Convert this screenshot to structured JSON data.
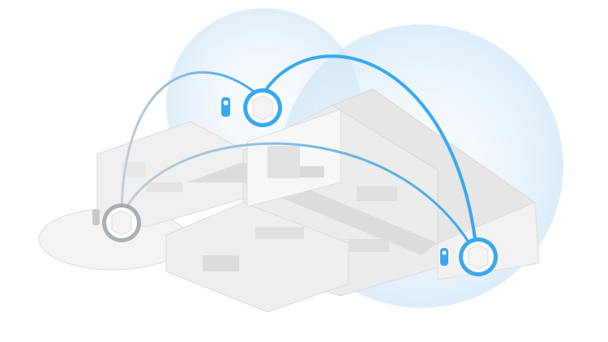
{
  "colors": {
    "accent": "#3aa8ee",
    "accent_dark": "#1e8fe0",
    "coverage": "#d6e9f8",
    "inactive_link": "#b8c4cc",
    "house_light": "#f2f2f2",
    "house_mid": "#e4e4e4",
    "house_dark": "#d2d2d2"
  },
  "nodes": [
    {
      "name": "upstairs-node",
      "active": true
    },
    {
      "name": "ground-node-left",
      "active": false
    },
    {
      "name": "ground-node-right",
      "active": true
    }
  ]
}
